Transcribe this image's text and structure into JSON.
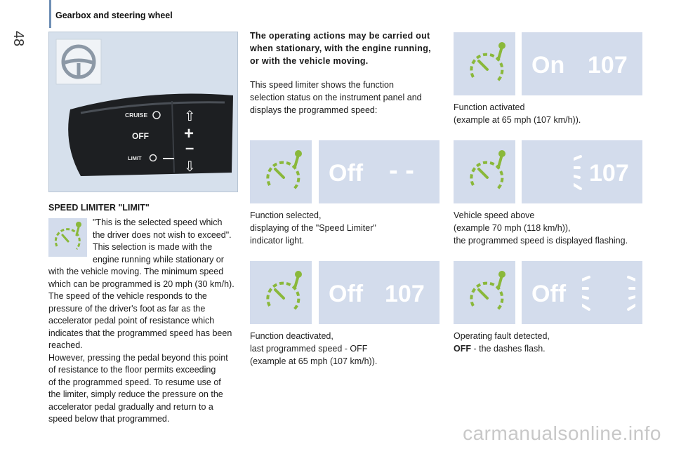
{
  "page": {
    "number": "48",
    "section_title": "Gearbox and steering wheel"
  },
  "stalk": {
    "cruise": "CRUISE",
    "off": "OFF",
    "limit": "LIMIT",
    "plus": "+",
    "minus": "–",
    "up": "⇧",
    "down": "⇩"
  },
  "limiter": {
    "heading": "SPEED LIMITER \"LIMIT\"",
    "lines": [
      "\"This is the selected speed which",
      "the driver does not wish to exceed\".",
      "This selection is made with the",
      "engine running while stationary or",
      "with the vehicle moving. The minimum speed",
      "which can be programmed is 20 mph (30 km/h).",
      "The speed of the vehicle responds to the",
      "pressure of the driver's foot as far as the",
      "accelerator pedal point of resistance which",
      "indicates that the programmed speed has been",
      "reached.",
      "However, pressing the pedal beyond this point",
      "of resistance to the floor permits exceeding",
      "of the programmed speed. To resume use of",
      "the limiter, simply reduce the pressure on the",
      "accelerator pedal gradually and return to a",
      "speed below that programmed."
    ]
  },
  "intro": {
    "bold_lines": [
      "The operating actions may be carried out",
      "when stationary, with the engine running,",
      "or with the vehicle moving."
    ],
    "lines": [
      "This speed limiter shows the function",
      "selection status on the instrument panel and",
      "displays the programmed speed:"
    ]
  },
  "states": [
    {
      "mode": "On",
      "speed": "107",
      "caption": [
        "Function activated",
        "(example at 65 mph (107 km/h))."
      ]
    },
    {
      "mode": "Off",
      "speed": "- -",
      "caption": [
        "Function selected,",
        "displaying of the \"Speed Limiter\"",
        "indicator light."
      ]
    },
    {
      "mode": "",
      "speed": "107",
      "caption": [
        "Vehicle speed above",
        "(example 70 mph (118 km/h)),",
        "the programmed speed is displayed flashing."
      ]
    },
    {
      "mode": "Off",
      "speed": "107",
      "caption": [
        "Function deactivated,",
        "last programmed speed - OFF",
        "(example at 65 mph (107 km/h))."
      ]
    },
    {
      "mode": "Off",
      "speed": "",
      "caption_bold": "OFF",
      "caption": [
        "Operating fault detected,",
        " - the dashes flash."
      ]
    }
  ],
  "watermark": "carmanualsonline.info",
  "colors": {
    "tile": "#d3dcec",
    "icon_green": "#8ab83a",
    "header_bar": "#6f8fb5"
  }
}
